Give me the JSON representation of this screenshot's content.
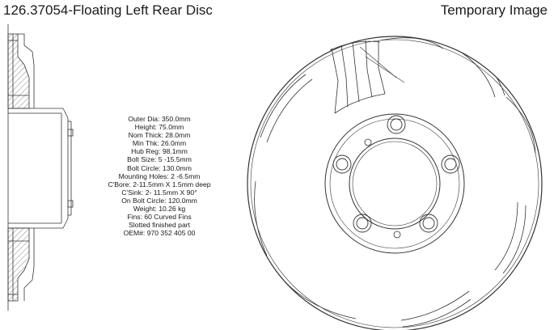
{
  "header": {
    "title": "126.37054-Floating Left Rear Disc",
    "note": "Temporary Image"
  },
  "specs": [
    "Outer Dia: 350.0mm",
    "Height: 75.0mm",
    "Nom Thick: 28.0mm",
    "Min Thk: 26.0mm",
    "Hub Reg: 98.1mm",
    "Bolt Size: 5 -15.5mm",
    "Bolt Circle: 130.0mm",
    "Mounting Holes: 2 -6.5mm",
    "C'Bore: 2-11.5mm X 1.5mm deep",
    "C'Sink: 2- 11.5mm X 90°",
    "On Bolt Circle: 120.0mm",
    "Weight: 10.26 kg",
    "Fins: 60 Curved Fins",
    "Slotted finished part",
    "OEM#: 970 352 405 00"
  ]
}
